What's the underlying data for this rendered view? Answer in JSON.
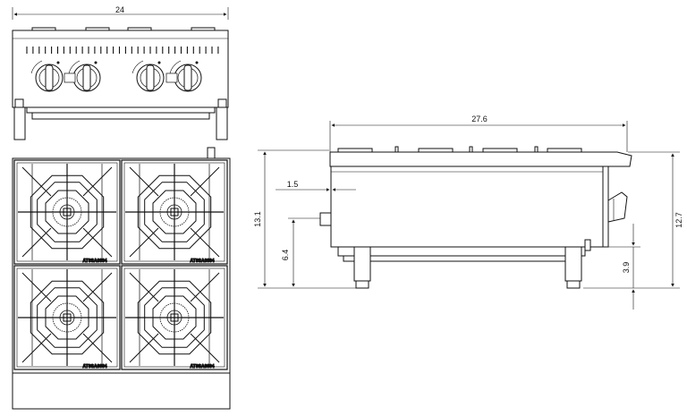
{
  "dimensions": {
    "front_width": "24",
    "side_depth": "27.6",
    "back_inset": "1.5",
    "overall_height": "13.1",
    "body_height": "12.7",
    "gas_inlet_height": "6.4",
    "leg_height": "3.9"
  },
  "burner_labels": [
    "AT0SA0004",
    "AT0SA0004",
    "AT0SA0004",
    "AT0SA0004"
  ],
  "colors": {
    "line": "#111111",
    "fill": "#ffffff",
    "light": "#cfcfcf"
  }
}
